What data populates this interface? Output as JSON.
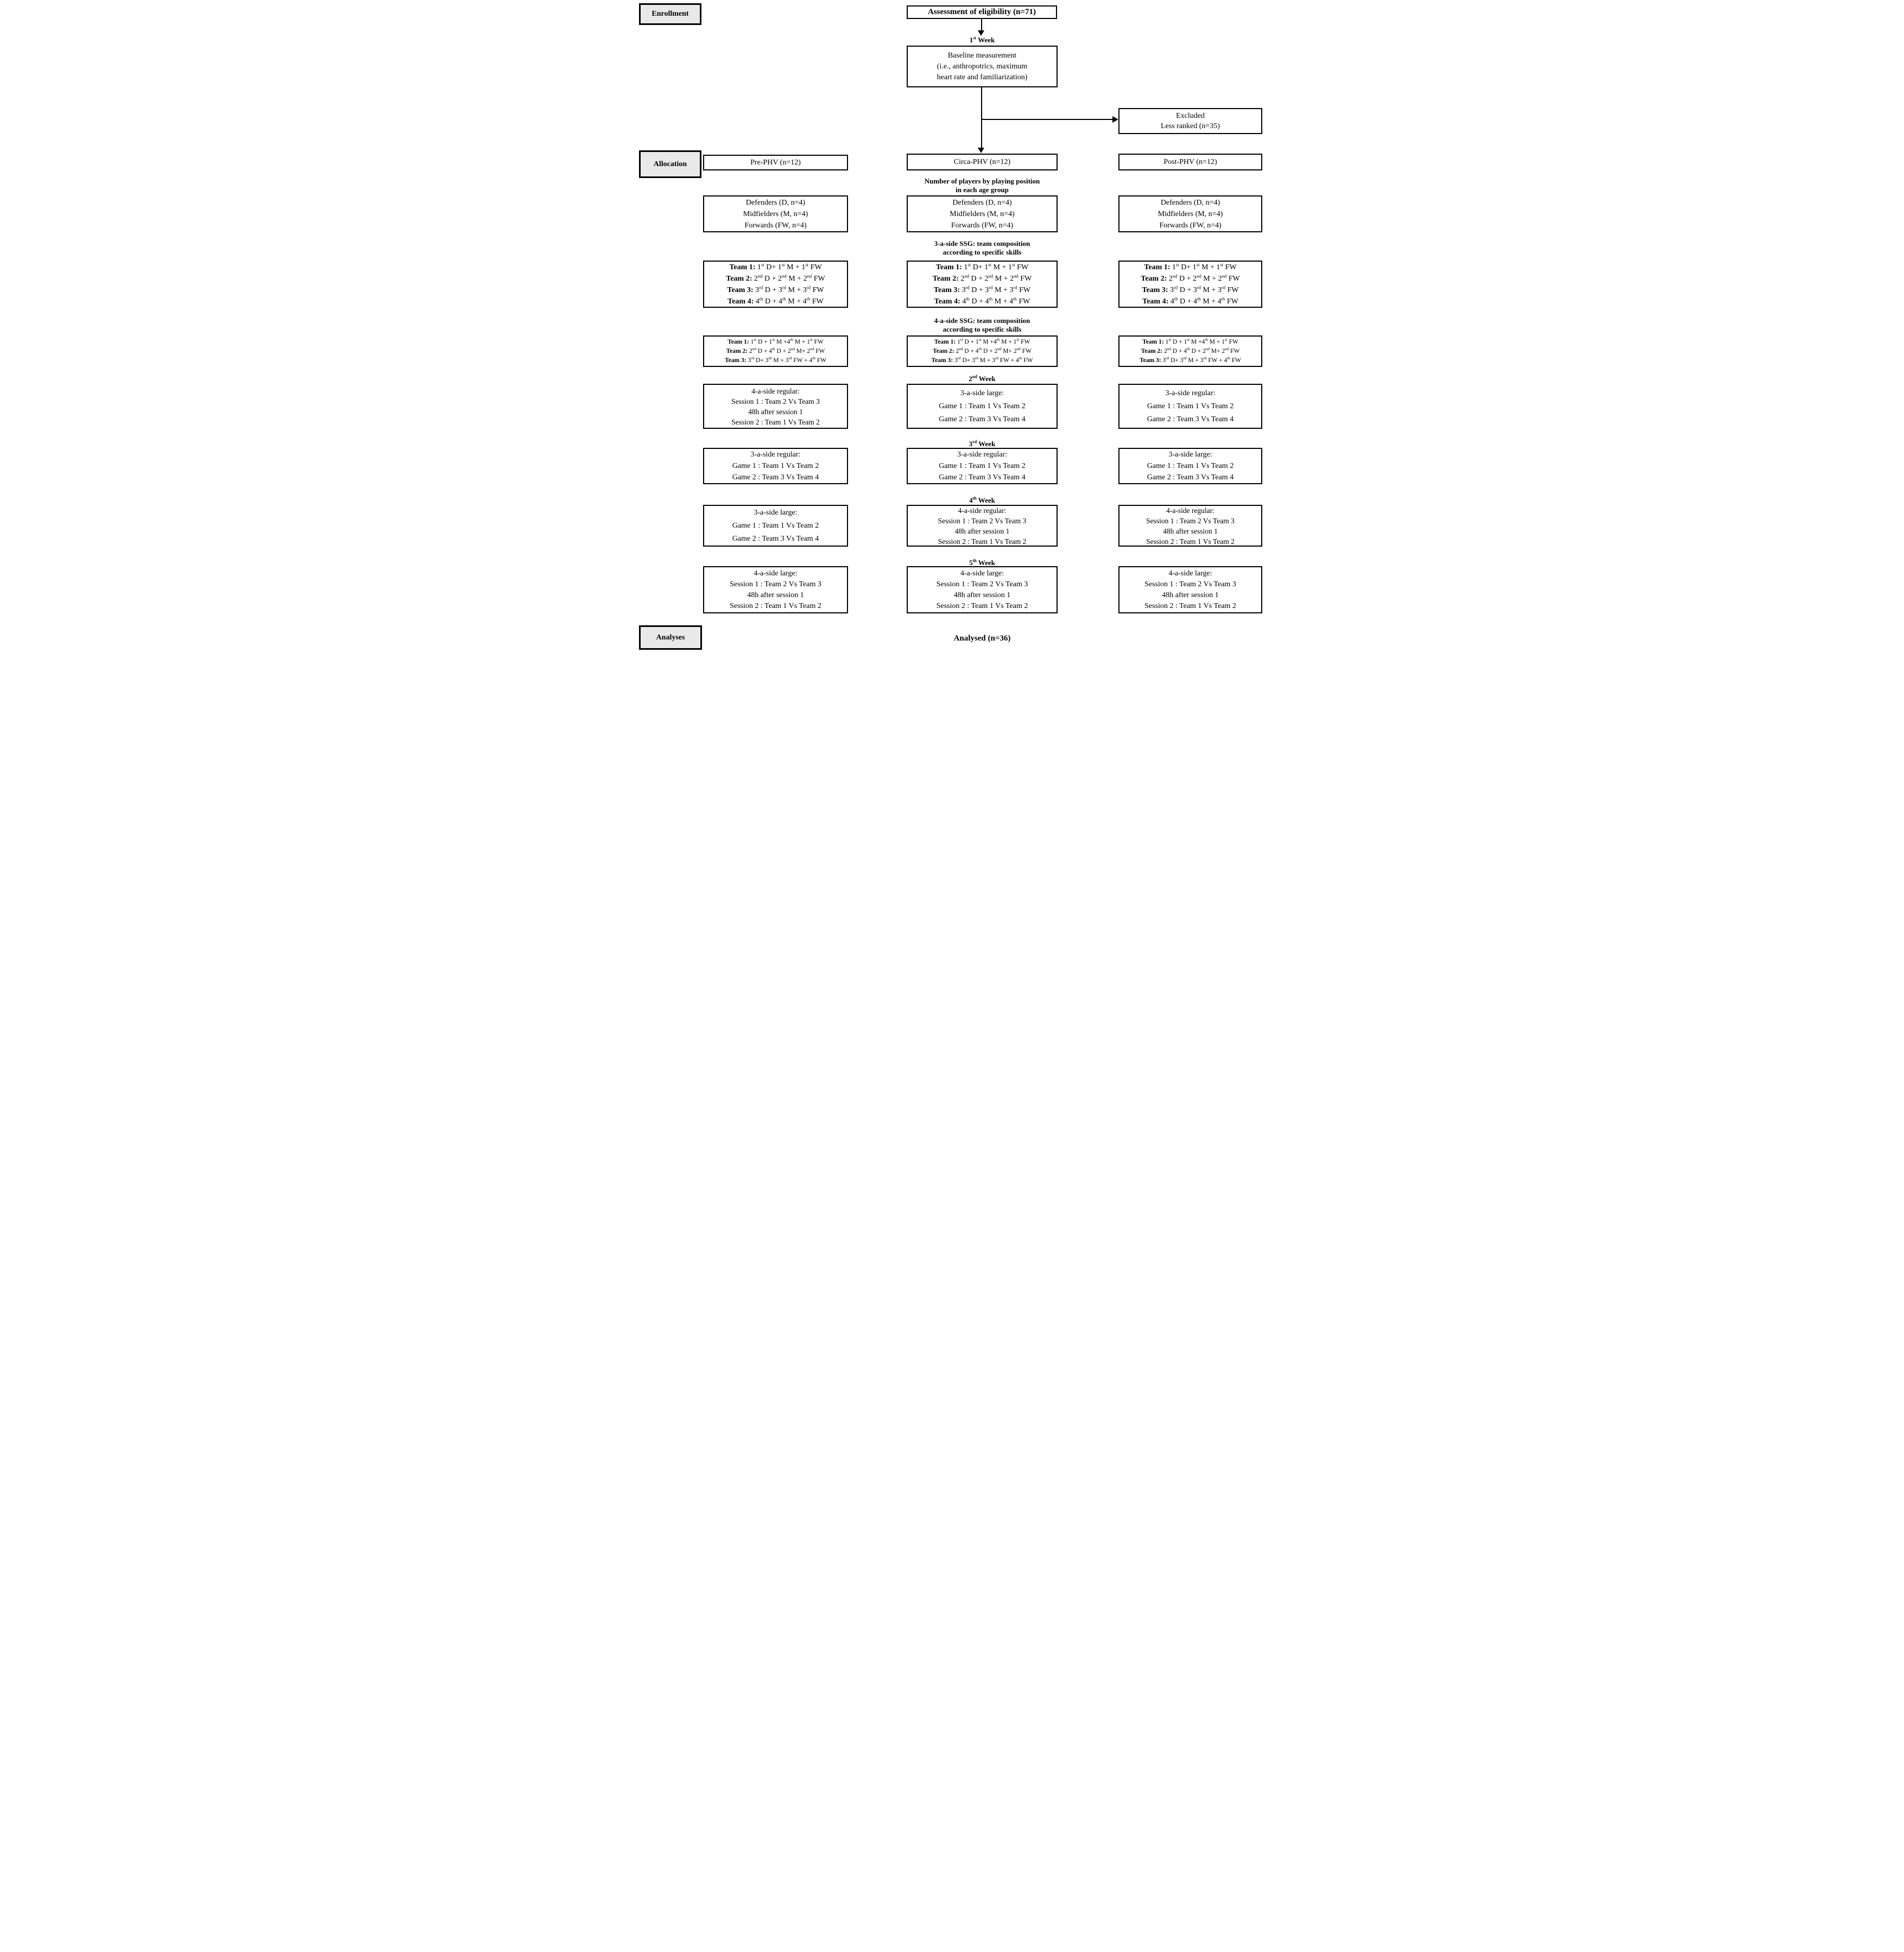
{
  "stage_labels": {
    "enrollment": "Enrollment",
    "allocation": "Allocation",
    "analyses": "Analyses"
  },
  "top": {
    "assessment": "Assessment of eligibility (n=71)",
    "baseline": [
      "Baseline measurement",
      "(i.e., anthropotrics, maximum",
      "heart rate and familiarization)"
    ],
    "excluded": [
      "Excluded",
      "Less ranked (n=35)"
    ]
  },
  "week_labels": {
    "week1": "1st Week",
    "week2": "2nd Week",
    "week3": "3rd Week",
    "week4": "4th Week",
    "week5": "5th Week"
  },
  "allocation_row": {
    "pre": "Pre-PHV (n=12)",
    "circa": "Circa-PHV (n=12)",
    "post": "Post-PHV (n=12)"
  },
  "headings": {
    "num_players": [
      "Number of players by playing position",
      "in each age group"
    ],
    "ssg3": [
      "3-a-side SSG: team composition",
      "according to specific skills"
    ],
    "ssg4": [
      "4-a-side SSG: team composition",
      "according to specific skills"
    ],
    "analysed": "Analysed (n=36)"
  },
  "positions_box": [
    "Defenders (D, n=4)",
    "Midfielders (M, n=4)",
    "Forwards (FW, n=4)"
  ],
  "teams3": [
    {
      "prefix": "Team 1:",
      "rest": " 1st D+ 1st M + 1st FW"
    },
    {
      "prefix": "Team 2:",
      "rest": " 2nd D + 2nd M + 2nd FW"
    },
    {
      "prefix": "Team 3:",
      "rest": " 3rd D + 3rd M + 3rd FW"
    },
    {
      "prefix": "Team 4:",
      "rest": " 4th D + 4th M + 4th FW"
    }
  ],
  "teams4": [
    {
      "prefix": "Team 1:",
      "rest": " 1st D + 1st M +4th M + 1st FW"
    },
    {
      "prefix": "Team 2:",
      "rest": " 2nd D + 4th D + 2nd M+ 2nd FW"
    },
    {
      "prefix": "Team 3:",
      "rest": " 3rd D+ 3rd M + 3rd FW + 4th FW"
    }
  ],
  "week2_row": {
    "left": [
      "4-a-side regular:",
      "Session 1 : Team 2 Vs Team 3",
      "48h after session 1",
      "Session 2 : Team 1 Vs Team 2"
    ],
    "mid": [
      "3-a-side large:",
      "Game 1 : Team 1 Vs Team 2",
      "Game 2 : Team 3 Vs Team 4"
    ],
    "right": [
      "3-a-side regular:",
      "Game 1 : Team 1 Vs Team 2",
      "Game 2 : Team 3 Vs Team 4"
    ]
  },
  "week3_row": {
    "left": [
      "3-a-side regular:",
      "Game 1 : Team 1 Vs Team 2",
      "Game 2 : Team 3 Vs Team 4"
    ],
    "mid": [
      "3-a-side regular:",
      "Game 1 : Team 1 Vs Team 2",
      "Game 2 : Team 3 Vs Team 4"
    ],
    "right": [
      "3-a-side large:",
      "Game 1 : Team 1 Vs Team 2",
      "Game 2 : Team 3 Vs Team 4"
    ]
  },
  "week4_row": {
    "left": [
      "3-a-side large:",
      "Game 1 : Team 1 Vs Team 2",
      "Game 2 : Team 3 Vs Team 4"
    ],
    "mid": [
      "4-a-side regular:",
      "Session 1 : Team 2 Vs Team 3",
      "48h after session 1",
      "Session 2 : Team 1 Vs Team 2"
    ],
    "right": [
      "4-a-side regular:",
      "Session 1 : Team 2 Vs Team 3",
      "48h after session 1",
      "Session 2 : Team 1 Vs Team 2"
    ]
  },
  "week5_row": {
    "left": [
      "4-a-side large:",
      "Session 1 : Team 2 Vs Team 3",
      "48h after session 1",
      "Session 2 : Team 1 Vs Team 2"
    ],
    "mid": [
      "4-a-side large:",
      "Session 1 : Team 2 Vs Team 3",
      "48h after session 1",
      "Session 2 : Team 1 Vs Team 2"
    ],
    "right": [
      "4-a-side large:",
      "Session 1 : Team 2 Vs Team 3",
      "48h after session 1",
      "Session 2 : Team 1 Vs Team 2"
    ]
  },
  "colors": {
    "line": "#000000",
    "label_box_fill": "#e9e9e9",
    "flow_box_fill": "#ffffff",
    "background": "#ffffff"
  }
}
